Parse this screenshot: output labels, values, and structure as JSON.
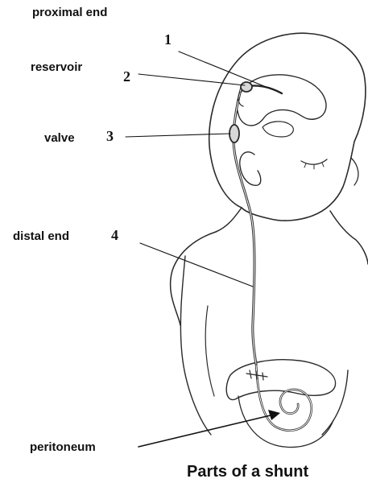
{
  "labels": {
    "proximal": "proximal end",
    "reservoir": "reservoir",
    "valve": "valve",
    "distal": "distal end",
    "peritoneum": "peritoneum"
  },
  "numbers": {
    "one": "1",
    "two": "2",
    "three": "3",
    "four": "4"
  },
  "caption": "Parts of a shunt"
}
